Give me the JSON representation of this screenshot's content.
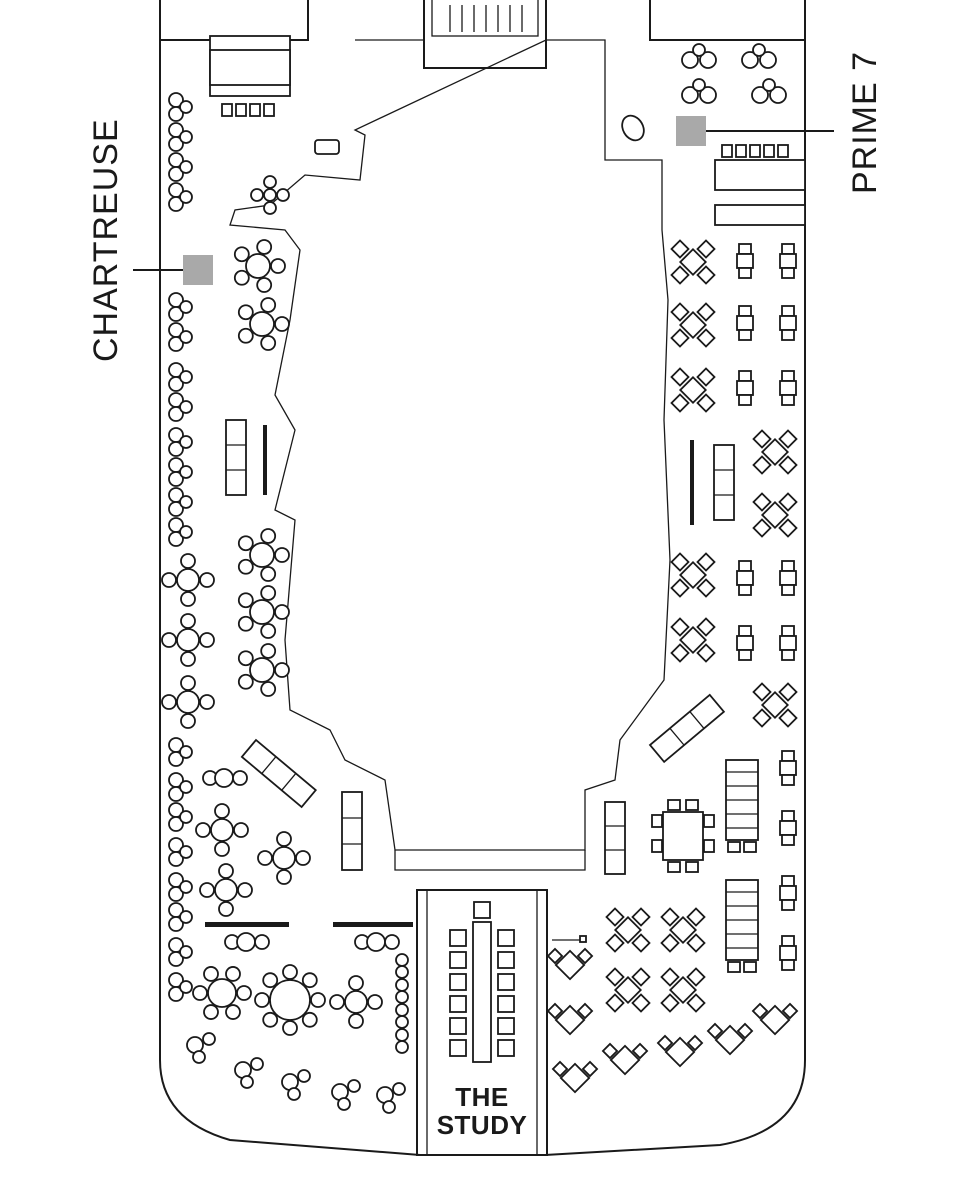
{
  "venues": {
    "chartreuse": {
      "label": "CHARTREUSE",
      "marker_color": "#a9a9a9"
    },
    "prime7": {
      "label": "PRIME 7",
      "marker_color": "#a9a9a9"
    },
    "study": {
      "line1": "THE",
      "line2": "STUDY"
    }
  },
  "colors": {
    "line": "#1a1a1a",
    "marker": "#a9a9a9",
    "background": "#ffffff"
  }
}
